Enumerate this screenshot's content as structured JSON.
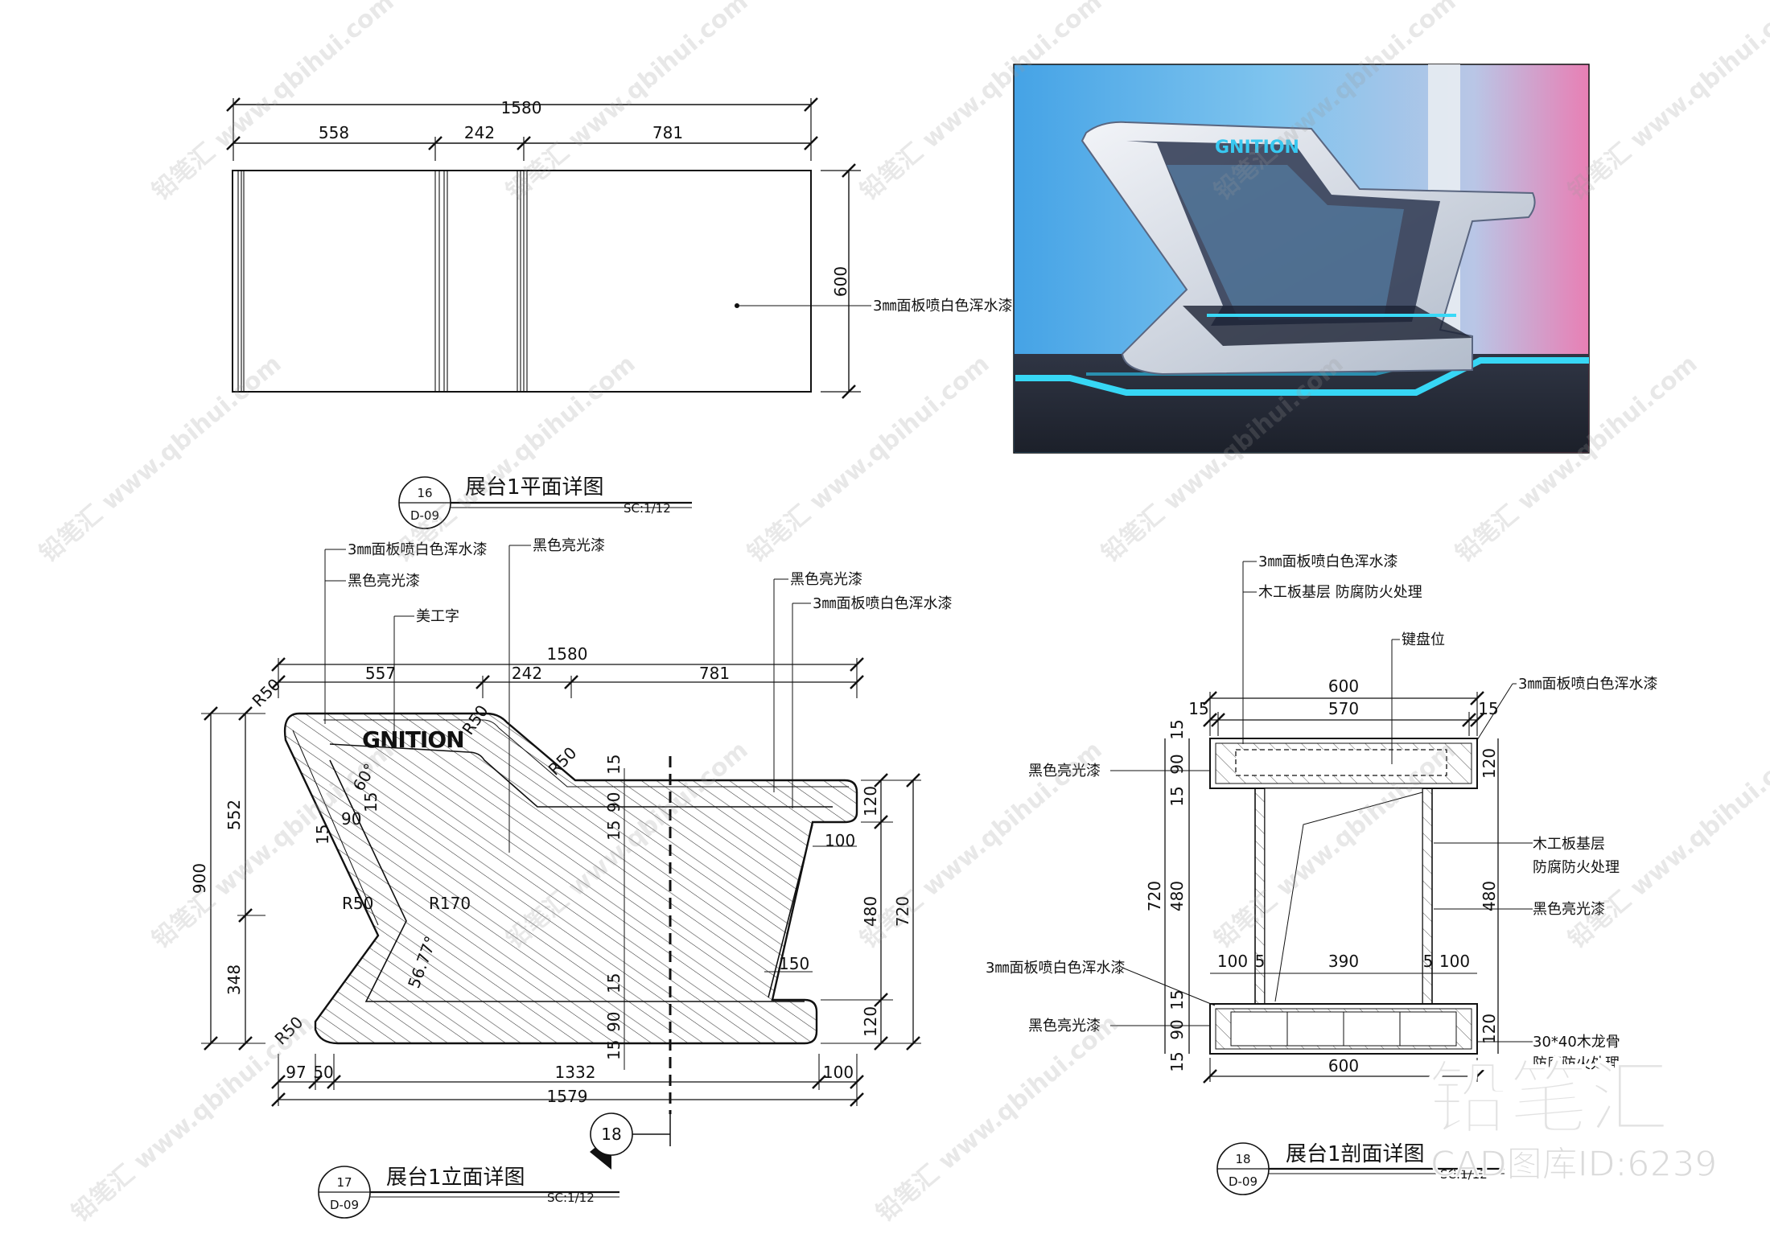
{
  "brand": {
    "sign_text": "GNITION"
  },
  "plan": {
    "dims": {
      "total": "1580",
      "d1": "558",
      "d2": "242",
      "d3": "781",
      "depth": "600"
    },
    "note": "3㎜面板喷白色浑水漆",
    "title": {
      "num": "16",
      "ref": "D-09",
      "name": "展台1平面详图",
      "scale": "SC:1/12"
    }
  },
  "elevation": {
    "labels": {
      "a": "3㎜面板喷白色浑水漆",
      "b": "黑色亮光漆",
      "c": "美工字",
      "d": "黑色亮光漆",
      "e": "黑色亮光漆",
      "f": "3㎜面板喷白色浑水漆"
    },
    "dims": {
      "top_total": "1580",
      "top1": "557",
      "top2": "242",
      "top3": "781",
      "left_total": "900",
      "left1": "552",
      "left2": "348",
      "right_total": "720",
      "right1": "120",
      "right2": "480",
      "right3": "120",
      "r100a": "100",
      "r150": "150",
      "bot1": "97",
      "bot2": "50",
      "bot3": "1332",
      "bot4": "100",
      "bot_total": "1579",
      "r50a": "R50",
      "r50b": "R50",
      "r50c": "R50",
      "r50d": "R50",
      "r50e": "R50",
      "r170": "R170",
      "ang60": "60°",
      "ang56": "56.77°",
      "s15a": "15",
      "s90a": "90",
      "s15b": "15",
      "c15a": "15",
      "c90a": "90",
      "c15b": "15",
      "c15c": "15",
      "c90b": "90",
      "c15d": "15"
    },
    "section_mark": "18",
    "title": {
      "num": "17",
      "ref": "D-09",
      "name": "展台1立面详图",
      "scale": "SC:1/12"
    }
  },
  "section": {
    "labels": {
      "a": "3㎜面板喷白色浑水漆",
      "b": "木工板基层 防腐防火处理",
      "c": "键盘位",
      "d": "3㎜面板喷白色浑水漆",
      "e": "黑色亮光漆",
      "f1": "木工板基层",
      "f2": "防腐防火处理",
      "g": "黑色亮光漆",
      "h": "3㎜面板喷白色浑水漆",
      "i": "黑色亮光漆",
      "j1": "30*40木龙骨",
      "j2": "防腐防火处理"
    },
    "dims": {
      "top": "600",
      "inner": "570",
      "t15a": "15",
      "t15b": "15",
      "l15a": "15",
      "l15b": "15",
      "l90a": "90",
      "l720": "720",
      "l480": "480",
      "l15c": "15",
      "l90b": "90",
      "l15d": "15",
      "r120a": "120",
      "r480": "480",
      "r120b": "120",
      "m100a": "100",
      "m5a": "5",
      "m390": "390",
      "m5b": "5",
      "m100b": "100",
      "bot": "600"
    },
    "title": {
      "num": "18",
      "ref": "D-09",
      "name": "展台1剖面详图",
      "scale": "SC:1/12"
    }
  },
  "watermarks": {
    "text1": "铅笔汇 www.qbihui.com",
    "big": "铅笔汇",
    "id": "CAD图库ID:6239"
  }
}
